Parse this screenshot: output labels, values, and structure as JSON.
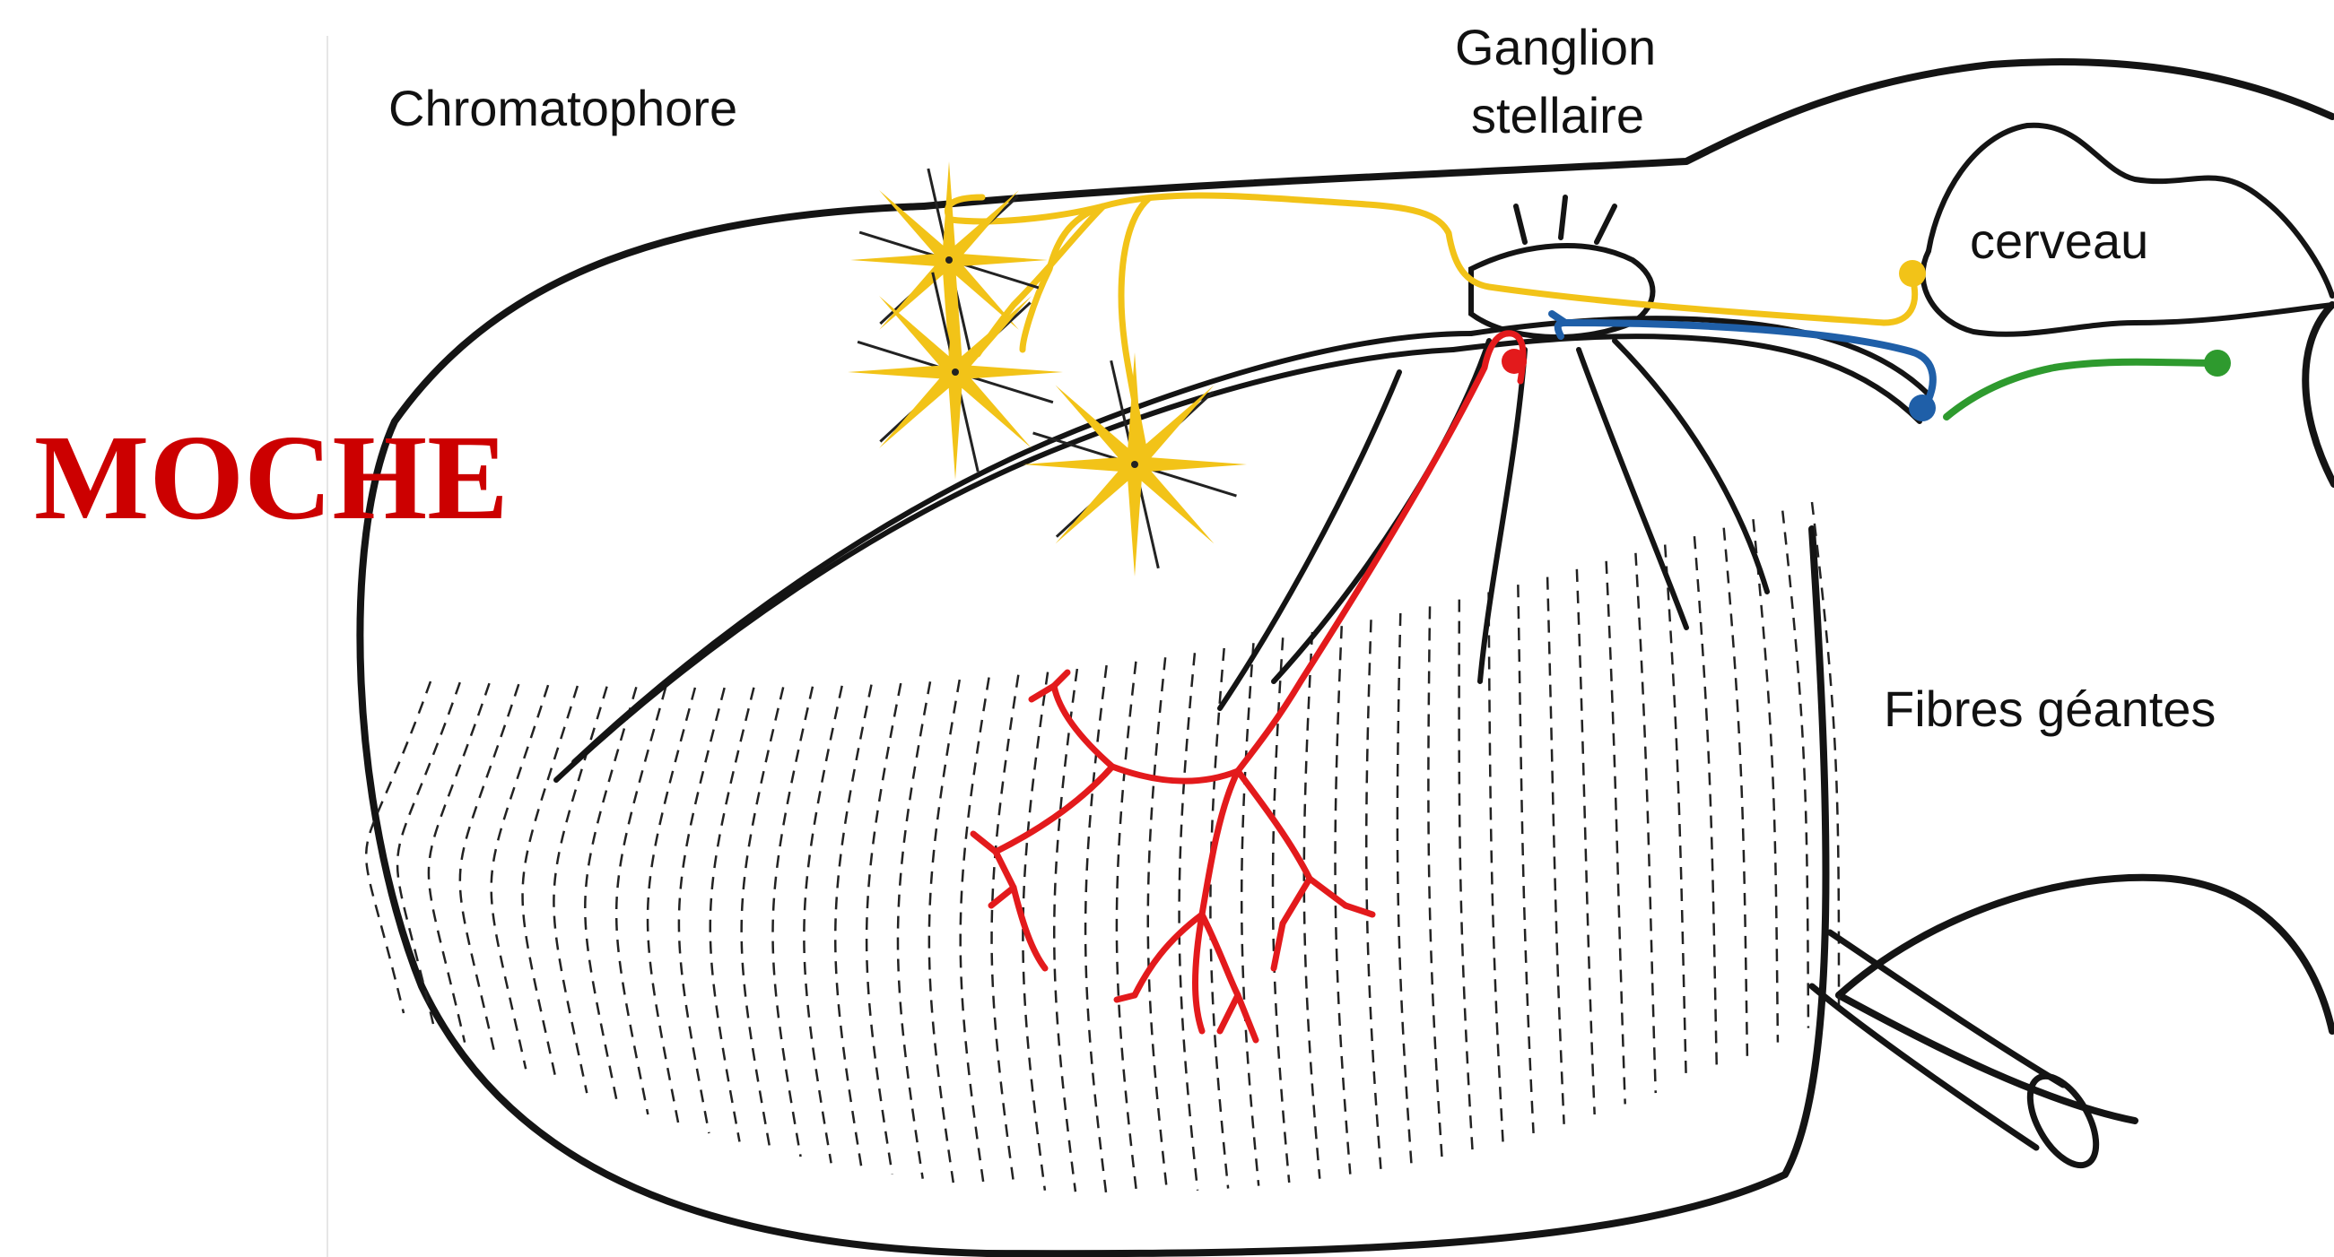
{
  "title": {
    "text": "MOCHE",
    "color": "#cc0000"
  },
  "labels": {
    "chromatophore": "Chromatophore",
    "ganglion": "Ganglion",
    "stellaire": "stellaire",
    "cerveau": "cerveau",
    "fibres": "Fibres géantes"
  },
  "colors": {
    "outline": "#141414",
    "chromatophore_neuron": "#f2c318",
    "giant_fiber": "#e31a1c",
    "third_order_neuron": "#1f5fa8",
    "brain_neuron": "#2e9a2e"
  }
}
